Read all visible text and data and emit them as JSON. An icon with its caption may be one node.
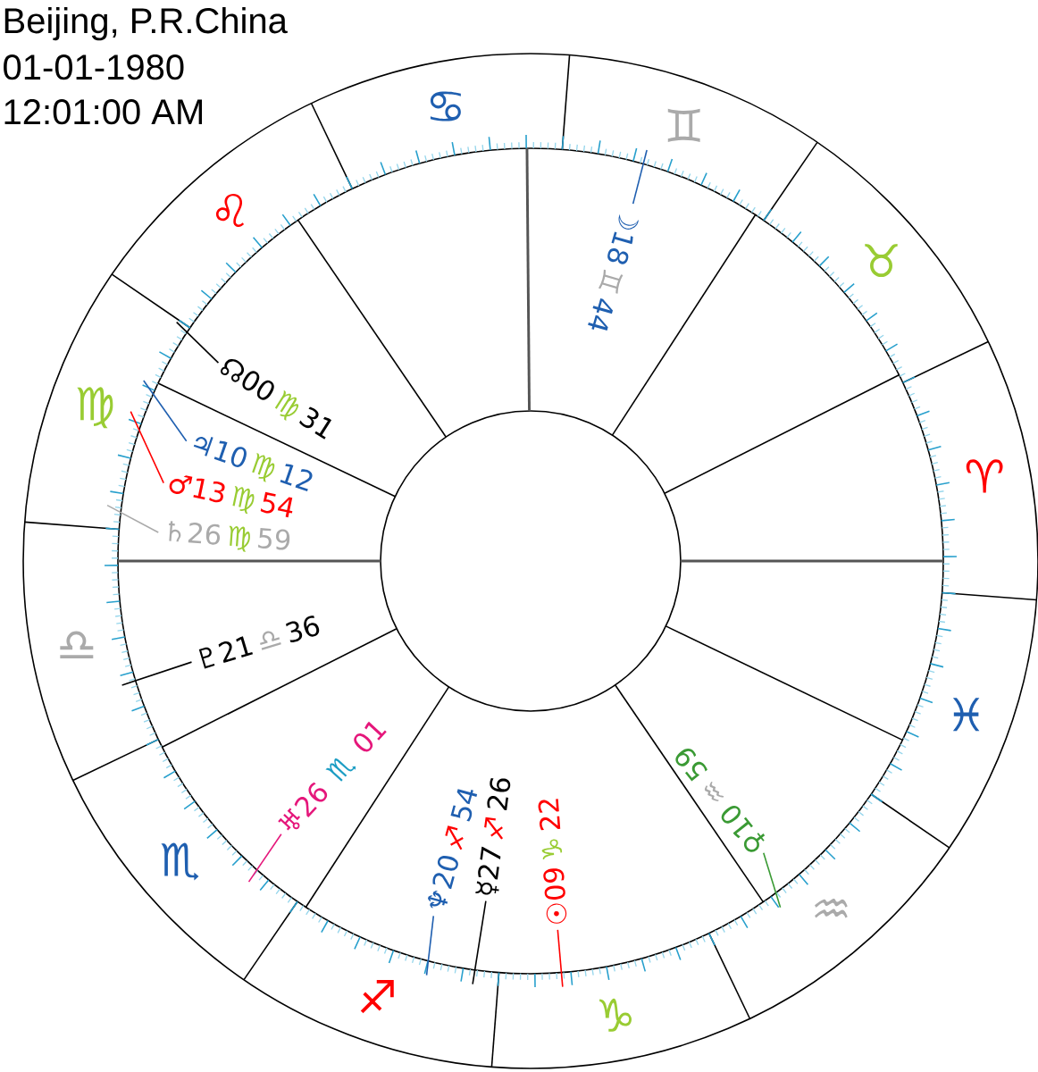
{
  "diagram": {
    "nodes": [
      {
        "text": [
          "☽18♊44"
        ]
      },
      {
        "text": [
          "☊00♍31"
        ]
      },
      {
        "text": [
          "♃10♍12"
        ]
      },
      {
        "text": [
          "♂13♍54"
        ]
      },
      {
        "text": [
          "♄26♍59"
        ]
      },
      {
        "text": [
          "♇21♎36"
        ]
      },
      {
        "text": [
          "♅26♏01"
        ]
      },
      {
        "text": [
          "♆20♐54"
        ]
      },
      {
        "text": [
          "☿27♐26"
        ]
      },
      {
        "text": [
          "☉09♑22"
        ]
      },
      {
        "text": [
          "♀10♒59"
        ]
      }
    ],
    "edges": [
      {
        "from": 0,
        "to": null,
        "arrow": "none",
        "color": "#1f5fb0"
      },
      {
        "from": 1,
        "to": null,
        "arrow": "none",
        "color": "#000000"
      },
      {
        "from": 2,
        "to": null,
        "arrow": "none",
        "color": "#1f5fb0"
      },
      {
        "from": 3,
        "to": null,
        "arrow": "none",
        "color": "#ff0000"
      },
      {
        "from": 4,
        "to": null,
        "arrow": "none",
        "color": "#aaaaaa"
      },
      {
        "from": 5,
        "to": null,
        "arrow": "none",
        "color": "#000000"
      },
      {
        "from": 6,
        "to": null,
        "arrow": "none",
        "color": "#e5177b"
      },
      {
        "from": 7,
        "to": null,
        "arrow": "none",
        "color": "#1f5fb0"
      },
      {
        "from": 8,
        "to": null,
        "arrow": "none",
        "color": "#000000"
      },
      {
        "from": 9,
        "to": null,
        "arrow": "none",
        "color": "#ff0000"
      },
      {
        "from": 10,
        "to": null,
        "arrow": "none",
        "color": "#3a9a34"
      }
    ],
    "labels": [
      "Beijing, P.R.China",
      "01-01-1980",
      "12:01:00 AM",
      "♋",
      "♊",
      "♌",
      "♉",
      "♍",
      "♈",
      "♎",
      "♓",
      "♏",
      "♒",
      "♐",
      "♑"
    ]
  }
}
